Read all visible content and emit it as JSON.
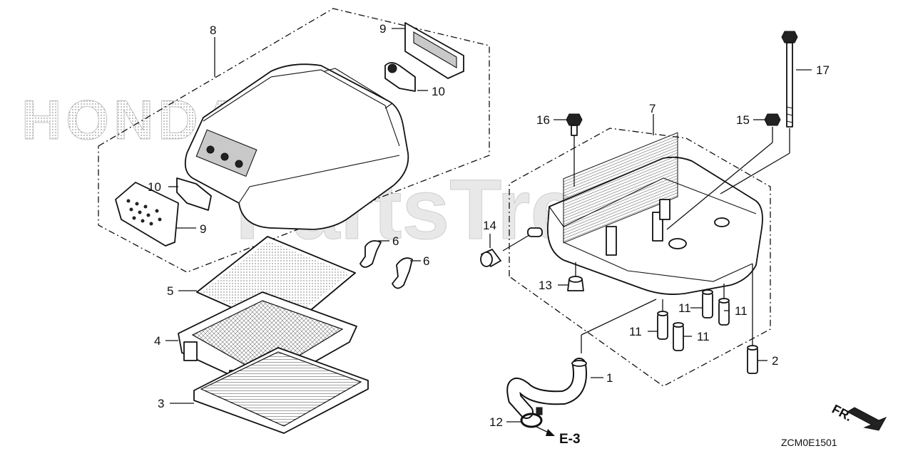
{
  "watermarks": {
    "brand": "HONDA",
    "site": "PartsTree"
  },
  "diagram_code": "ZCM0E1501",
  "reference_label": "E-3",
  "direction_label": "FR.",
  "callouts": [
    {
      "id": "c-8",
      "text": "8"
    },
    {
      "id": "c-9a",
      "text": "9"
    },
    {
      "id": "c-10a",
      "text": "10"
    },
    {
      "id": "c-10b",
      "text": "10"
    },
    {
      "id": "c-9b",
      "text": "9"
    },
    {
      "id": "c-7",
      "text": "7"
    },
    {
      "id": "c-16",
      "text": "16"
    },
    {
      "id": "c-15",
      "text": "15"
    },
    {
      "id": "c-17",
      "text": "17"
    },
    {
      "id": "c-6a",
      "text": "6"
    },
    {
      "id": "c-6b",
      "text": "6"
    },
    {
      "id": "c-5",
      "text": "5"
    },
    {
      "id": "c-4",
      "text": "4"
    },
    {
      "id": "c-3",
      "text": "3"
    },
    {
      "id": "c-14",
      "text": "14"
    },
    {
      "id": "c-13",
      "text": "13"
    },
    {
      "id": "c-11a",
      "text": "11"
    },
    {
      "id": "c-11b",
      "text": "11"
    },
    {
      "id": "c-11c",
      "text": "11"
    },
    {
      "id": "c-11d",
      "text": "11"
    },
    {
      "id": "c-2",
      "text": "2"
    },
    {
      "id": "c-1",
      "text": "1"
    },
    {
      "id": "c-12",
      "text": "12"
    }
  ]
}
